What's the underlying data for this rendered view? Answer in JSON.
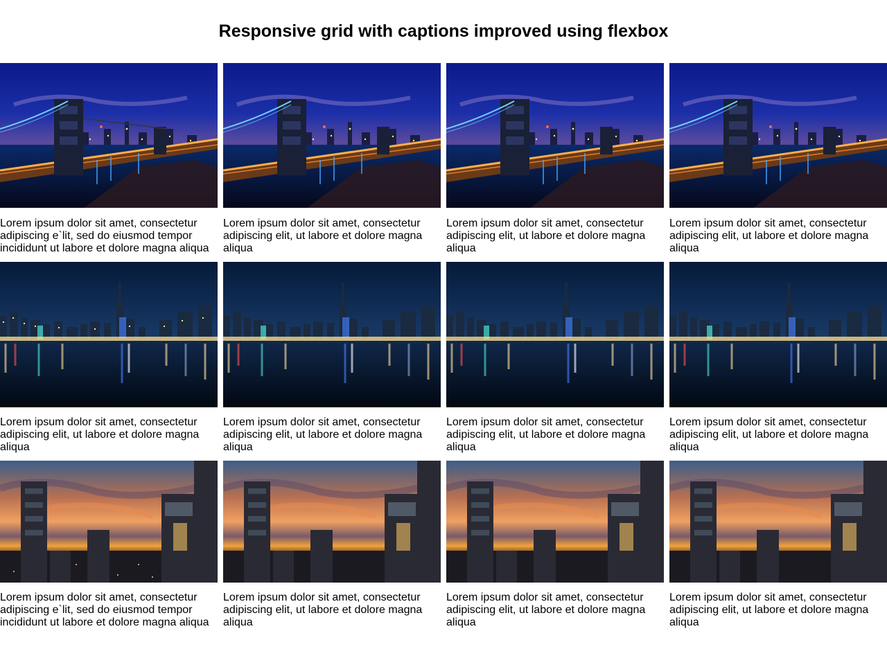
{
  "page": {
    "title": "Responsive grid with captions improved using flexbox"
  },
  "grid": {
    "rows": [
      {
        "image": "bridge-night-photo",
        "items": [
          {
            "caption": "Lorem ipsum dolor sit amet, consectetur adipiscing e`lit, sed do eiusmod tempor incididunt ut labore et dolore magna aliqua"
          },
          {
            "caption": "Lorem ipsum dolor sit amet, consectetur adipiscing elit, ut labore et dolore magna aliqua"
          },
          {
            "caption": "Lorem ipsum dolor sit amet, consectetur adipiscing elit, ut labore et dolore magna aliqua"
          },
          {
            "caption": "Lorem ipsum dolor sit amet, consectetur adipiscing elit, ut labore et dolore magna aliqua"
          }
        ]
      },
      {
        "image": "skyline-reflection-photo",
        "items": [
          {
            "caption": "Lorem ipsum dolor sit amet, consectetur adipiscing elit, ut labore et dolore magna aliqua"
          },
          {
            "caption": "Lorem ipsum dolor sit amet, consectetur adipiscing elit, ut labore et dolore magna aliqua"
          },
          {
            "caption": "Lorem ipsum dolor sit amet, consectetur adipiscing elit, ut labore et dolore magna aliqua"
          },
          {
            "caption": "Lorem ipsum dolor sit amet, consectetur adipiscing elit, ut labore et dolore magna aliqua"
          }
        ]
      },
      {
        "image": "sunset-towers-photo",
        "items": [
          {
            "caption": "Lorem ipsum dolor sit amet, consectetur adipiscing e`lit, sed do eiusmod tempor incididunt ut labore et dolore magna aliqua"
          },
          {
            "caption": "Lorem ipsum dolor sit amet, consectetur adipiscing elit, ut labore et dolore magna aliqua"
          },
          {
            "caption": "Lorem ipsum dolor sit amet, consectetur adipiscing elit, ut labore et dolore magna aliqua"
          },
          {
            "caption": "Lorem ipsum dolor sit amet, consectetur adipiscing elit, ut labore et dolore magna aliqua"
          }
        ]
      }
    ]
  }
}
